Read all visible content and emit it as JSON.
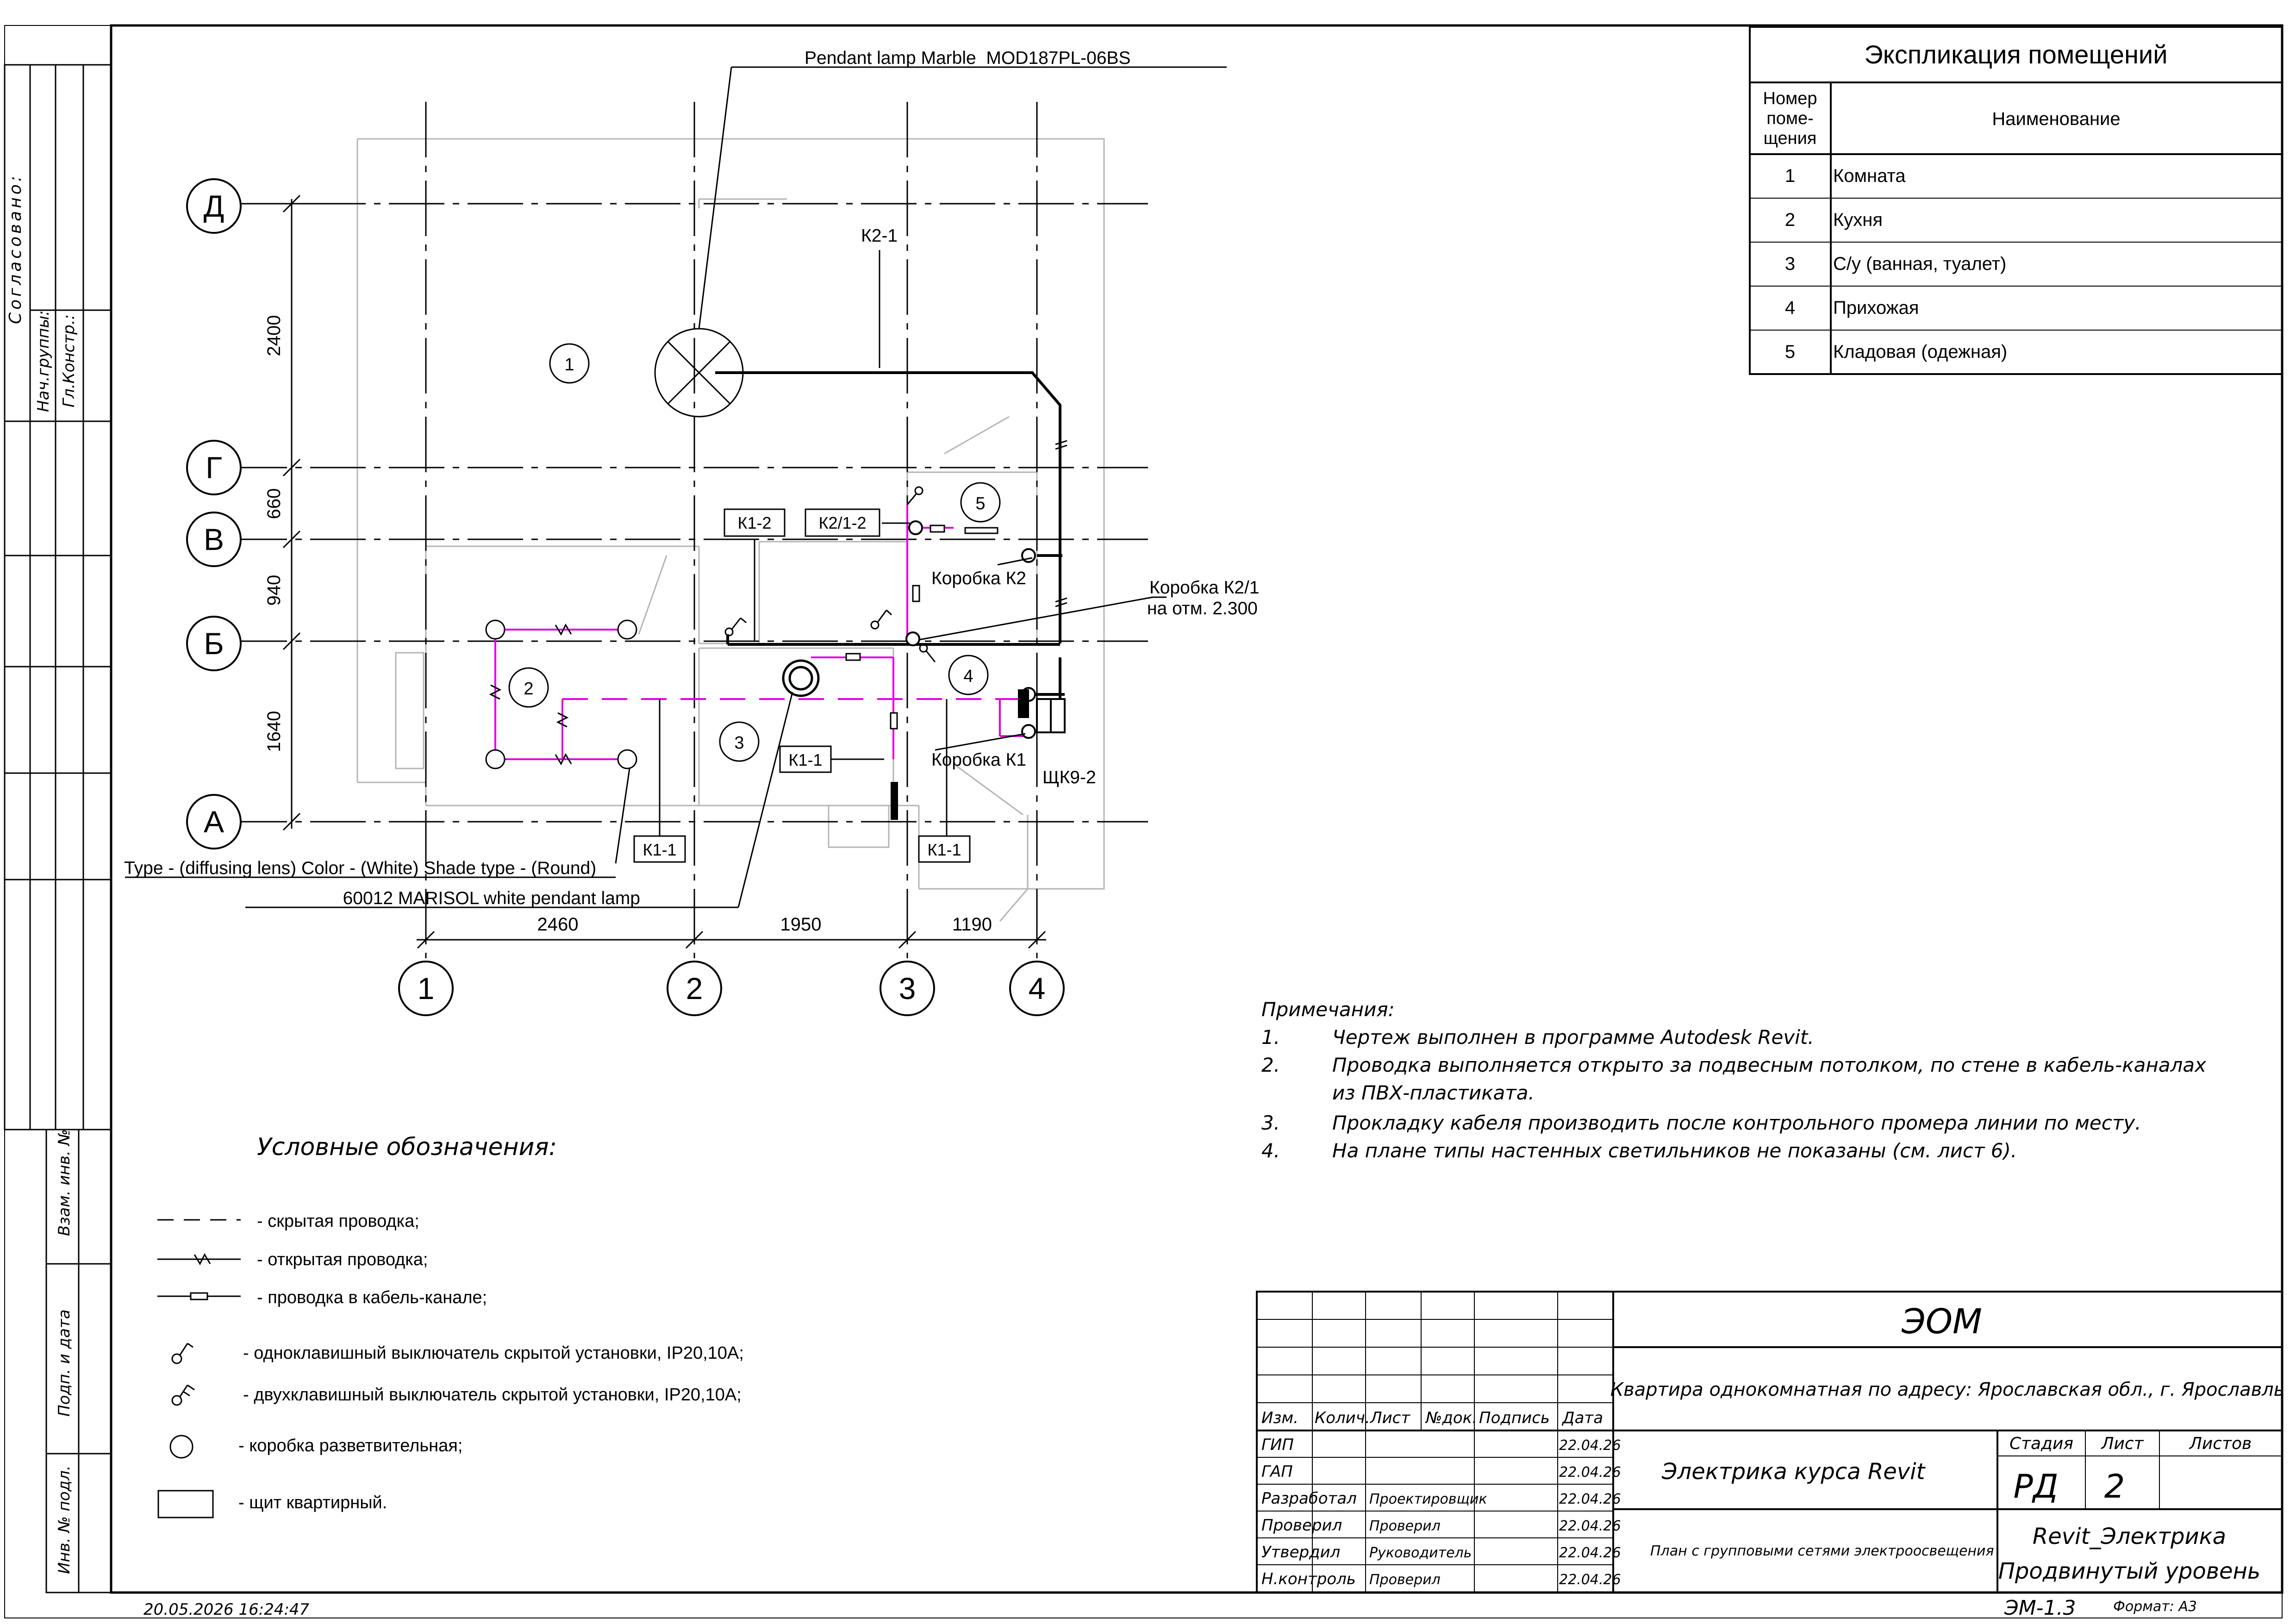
{
  "axes": {
    "rows": [
      "Д",
      "Г",
      "В",
      "Б",
      "А"
    ],
    "cols": [
      "1",
      "2",
      "3",
      "4"
    ]
  },
  "dimensions": {
    "vertical": [
      "2400",
      "660",
      "940",
      "1640"
    ],
    "horizontal": [
      "2460",
      "1950",
      "1190"
    ]
  },
  "rooms": [
    "1",
    "2",
    "3",
    "4",
    "5"
  ],
  "callouts": {
    "pendant_lamp_top": "Pendant lamp  Marble_MOD187PL-06BS",
    "k2_1": "К2-1",
    "k1_2": "К1-2",
    "k2_1_2": "К2/1-2",
    "box_k2": "Коробка К2",
    "box_k2_1_line1": "Коробка К2/1",
    "box_k2_1_line2": "на отм. 2.300",
    "box_k1": "Коробка К1",
    "k1_1_a": "К1-1",
    "k1_1_b": "К1-1",
    "k1_1_c": "К1-1",
    "panel": "ЩК9-2",
    "lamp_type": "Type - (diffusing lens) Color - (White) Shade type - (Round)",
    "marisol": "60012 MARISOL white pendant lamp"
  },
  "explication": {
    "title": "Экспликация помещений",
    "col_number_lines": [
      "Номер",
      "поме-",
      "щения"
    ],
    "col_name": "Наименование",
    "rows": [
      {
        "num": "1",
        "name": "Комната"
      },
      {
        "num": "2",
        "name": "Кухня"
      },
      {
        "num": "3",
        "name": "С/у (ванная, туалет)"
      },
      {
        "num": "4",
        "name": "Прихожая"
      },
      {
        "num": "5",
        "name": "Кладовая (одежная)"
      }
    ]
  },
  "notes": {
    "title": "Примечания:",
    "items": [
      {
        "num": "1.",
        "lines": [
          "Чертеж выполнен в программе Autodesk Revit."
        ]
      },
      {
        "num": "2.",
        "lines": [
          "Проводка выполняется открыто за подвесным потолком, по стене в кабель-каналах",
          "из ПВХ-пластиката."
        ]
      },
      {
        "num": "3.",
        "lines": [
          "Прокладку кабеля производить после контрольного промера линии по месту."
        ]
      },
      {
        "num": "4.",
        "lines": [
          "На плане типы настенных светильников не показаны (см. лист 6)."
        ]
      }
    ]
  },
  "legend": {
    "title": "Условные обозначения:",
    "items": [
      "- скрытая проводка;",
      "- открытая проводка;",
      "- проводка в кабель-канале;",
      "- одноклавишный выключатель скрытой установки, IP20,10А;",
      "- двухклавишный выключатель скрытой установки, IP20,10А;",
      "- коробка разветвительная;",
      "- щит квартирный."
    ]
  },
  "left_strip": {
    "agreed": "Согласовано:",
    "nach_gruppy": "Нач.группы:",
    "gl_konstr": "Гл.Констр.:",
    "vzam_inv": "Взам. инв. №",
    "podp_data": "Подп. и дата",
    "inv_podl": "Инв. № подл."
  },
  "title_block": {
    "code": "ЭОМ",
    "address": "Квартира однокомнатная по адресу: Ярославская обл., г. Ярославль",
    "project": "Электрика курса Revit",
    "sheet_title": "План с групповыми сетями электроосвещения",
    "org_line1": "Revit_Электрика",
    "org_line2": "Продвинутый уровень",
    "headers": [
      "Изм.",
      "Колич.",
      "Лист",
      "№док.",
      "Подпись",
      "Дата"
    ],
    "stage_label": "Стадия",
    "sheet_label": "Лист",
    "sheets_label": "Листов",
    "stage": "РД",
    "sheet": "2",
    "sheets": "",
    "signatures": [
      {
        "role": "ГИП",
        "name": "",
        "date": "22.04.26"
      },
      {
        "role": "ГАП",
        "name": "",
        "date": "22.04.26"
      },
      {
        "role": "Разработал",
        "name": "Проектировщик",
        "date": "22.04.26"
      },
      {
        "role": "Проверил",
        "name": "Проверил",
        "date": "22.04.26"
      },
      {
        "role": "Утвердил",
        "name": "Руководитель",
        "date": "22.04.26"
      },
      {
        "role": "Н.контроль",
        "name": "Проверил",
        "date": "22.04.26"
      }
    ],
    "doc_number": "ЭМ-1.3",
    "format": "Формат: А3"
  },
  "timestamp": "20.05.2026 16:24:47",
  "colors": {
    "ink": "#000000",
    "magenta": "#e000e0",
    "grey": "#b4b4b4"
  }
}
